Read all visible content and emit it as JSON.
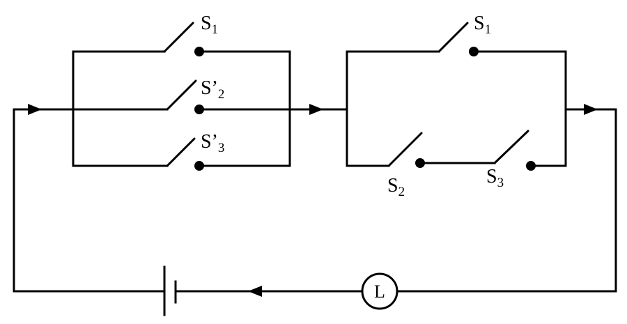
{
  "switches": [
    {
      "id": "s1-left",
      "main": "S",
      "prime": "",
      "sub": "1"
    },
    {
      "id": "s2-prime",
      "main": "S",
      "prime": "’",
      "sub": "2"
    },
    {
      "id": "s3-prime",
      "main": "S",
      "prime": "’",
      "sub": "3"
    },
    {
      "id": "s1-right",
      "main": "S",
      "prime": "",
      "sub": "1"
    },
    {
      "id": "s2",
      "main": "S",
      "prime": "",
      "sub": "2"
    },
    {
      "id": "s3",
      "main": "S",
      "prime": "",
      "sub": "3"
    }
  ],
  "lamp": {
    "label": "L"
  },
  "icons": [
    "battery-icon",
    "lamp-icon",
    "switch-icon",
    "arrow-icon"
  ]
}
